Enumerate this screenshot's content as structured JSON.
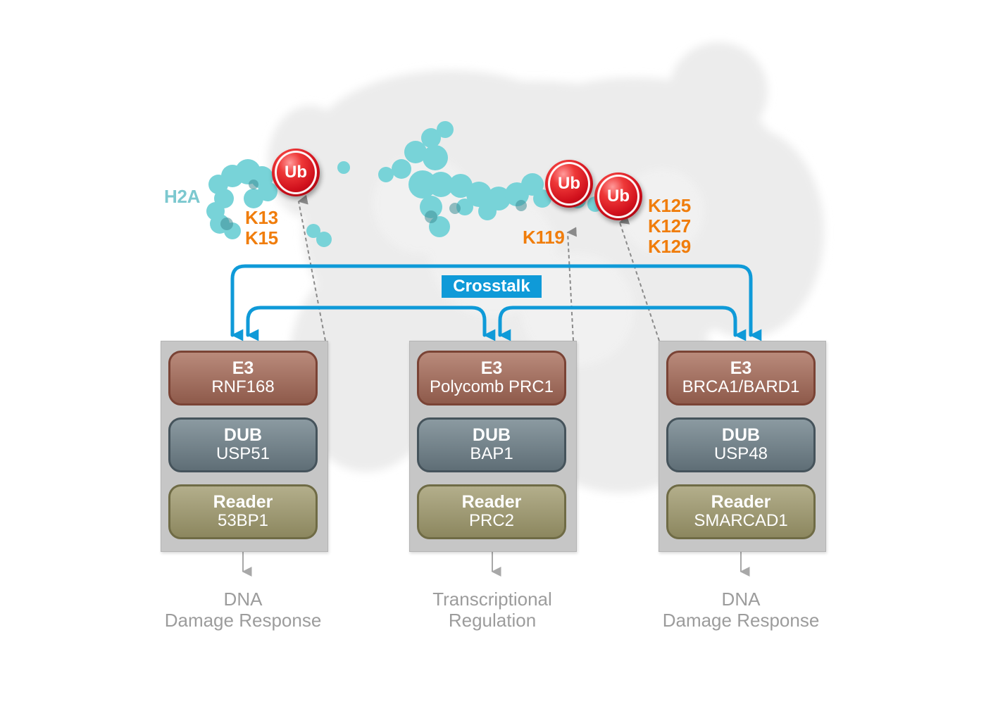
{
  "h2a_label": "H2A",
  "ub_label": "Ub",
  "sites": {
    "left_line1": "K13",
    "left_line2": "K15",
    "middle": "K119",
    "right_line1": "K125",
    "right_line2": "K127",
    "right_line3": "K129"
  },
  "crosstalk_label": "Crosstalk",
  "colors": {
    "h2a": "#7cc8cf",
    "site_label": "#f07d0c",
    "ubiquitin": "#d0101c",
    "crosstalk_arrow": "#0f9ad8",
    "e3": "#a06e5f",
    "dub": "#6f7e86",
    "reader": "#9c9770",
    "outcome_text": "#9c9c9c"
  },
  "modules": [
    {
      "e3": {
        "title": "E3",
        "name": "RNF168"
      },
      "dub": {
        "title": "DUB",
        "name": "USP51"
      },
      "reader": {
        "title": "Reader",
        "name": "53BP1"
      },
      "outcome": {
        "line1": "DNA",
        "line2": "Damage Response"
      }
    },
    {
      "e3": {
        "title": "E3",
        "name": "Polycomb PRC1"
      },
      "dub": {
        "title": "DUB",
        "name": "BAP1"
      },
      "reader": {
        "title": "Reader",
        "name": "PRC2"
      },
      "outcome": {
        "line1": "Transcriptional",
        "line2": "Regulation"
      }
    },
    {
      "e3": {
        "title": "E3",
        "name": "BRCA1/BARD1"
      },
      "dub": {
        "title": "DUB",
        "name": "USP48"
      },
      "reader": {
        "title": "Reader",
        "name": "SMARCAD1"
      },
      "outcome": {
        "line1": "DNA",
        "line2": "Damage Response"
      }
    }
  ]
}
